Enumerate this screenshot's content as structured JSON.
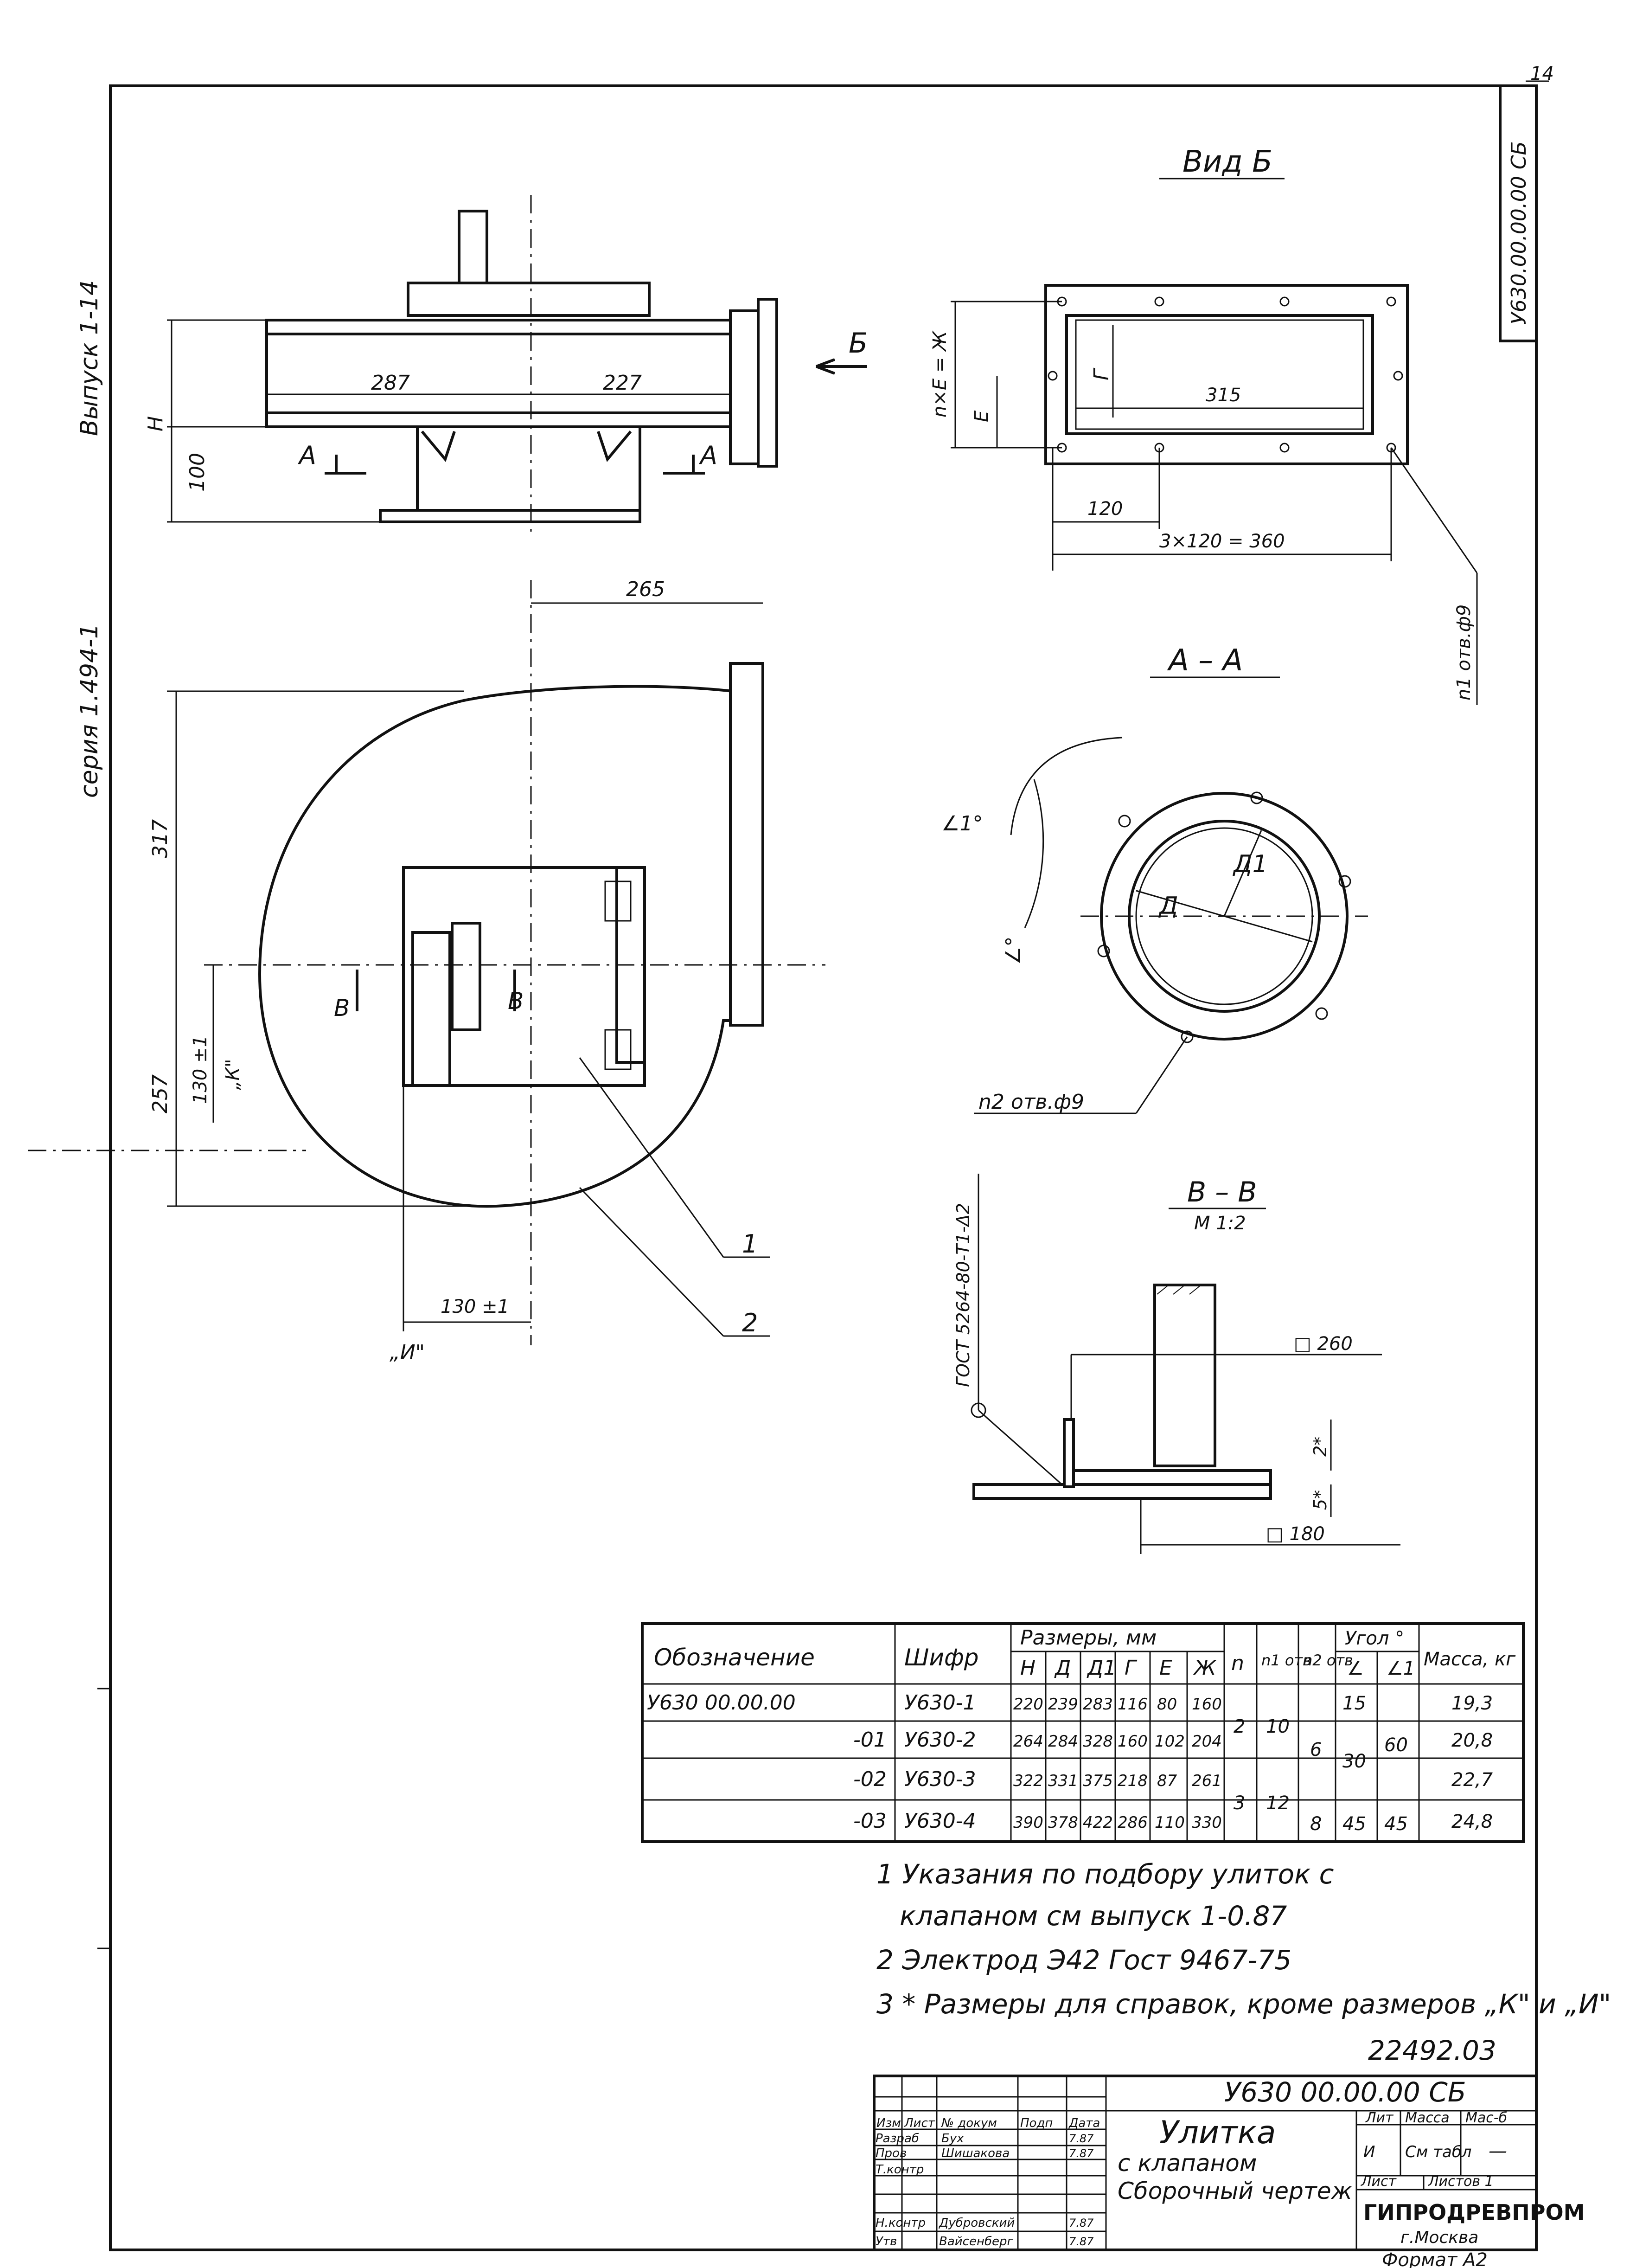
{
  "frame": {
    "page_number": "14",
    "stamp_code": "У630.00.00.00 СБ",
    "series": "серия 1.494-1",
    "issue": "Выпуск 1-14"
  },
  "views": {
    "view_b_title": "Вид Б",
    "section_aa_title": "А – А",
    "section_bb_title": "В – В",
    "section_bb_scale": "М 1:2",
    "arrow_b": "Б",
    "cut_a": "А",
    "cut_b": "В"
  },
  "dims": {
    "d287": "287",
    "d227": "227",
    "dH": "Н",
    "d100": "100",
    "d265": "265",
    "d317": "317",
    "d257": "257",
    "d130a": "130 ±1",
    "dK": "„К\"",
    "d130b": "130 ±1",
    "dI": "„И\"",
    "dnE": "n×Е = Ж",
    "dE": "Е",
    "dG": "Г",
    "d315": "315",
    "d120": "120",
    "d360": "3×120 = 360",
    "holes1": "n1 отв.ф9",
    "alpha1": "∠1°",
    "alpha": "∠°",
    "dD": "Д",
    "dD1": "Д1",
    "holes2": "n2 отв.ф9",
    "gost_weld": "ГОСТ 5264-80-Т1-Δ2",
    "d260": "□ 260",
    "d180": "□ 180",
    "d2": "2*",
    "d5": "5*",
    "pos1": "1",
    "pos2": "2"
  },
  "table": {
    "header": {
      "designation": "Обозначение",
      "code": "Шифр",
      "sizes": "Размеры, мм",
      "H": "Н",
      "D": "Д",
      "D1": "Д1",
      "G": "Г",
      "E": "Е",
      "ZH": "Ж",
      "n": "n",
      "n1": "n1 отв",
      "n2": "n2 отв",
      "angle": "Угол °",
      "a": "∠",
      "a1": "∠1",
      "mass": "Масса, кг"
    },
    "rows": [
      {
        "designation": "У630 00.00.00",
        "code": "У630-1",
        "H": "220",
        "D": "239",
        "D1": "283",
        "G": "116",
        "E": "80",
        "ZH": "160",
        "mass": "19,3"
      },
      {
        "designation": "-01",
        "code": "У630-2",
        "H": "264",
        "D": "284",
        "D1": "328",
        "G": "160",
        "E": "102",
        "ZH": "204",
        "mass": "20,8"
      },
      {
        "designation": "-02",
        "code": "У630-3",
        "H": "322",
        "D": "331",
        "D1": "375",
        "G": "218",
        "E": "87",
        "ZH": "261",
        "mass": "22,7"
      },
      {
        "designation": "-03",
        "code": "У630-4",
        "H": "390",
        "D": "378",
        "D1": "422",
        "G": "286",
        "E": "110",
        "ZH": "330",
        "mass": "24,8"
      }
    ],
    "merged": {
      "n_a": "2",
      "n_b": "3",
      "n1_a": "10",
      "n1_b": "12",
      "n2_a": "6",
      "n2_b": "8",
      "a_1": "15",
      "a_2": "30",
      "a_3": "45",
      "a1_a": "60",
      "a1_b": "45"
    }
  },
  "notes": [
    "1 Указания по подбору улиток с",
    "клапаном см выпуск 1-0.87",
    "2 Электрод Э42 Гост 9467-75",
    "3 * Размеры для справок, кроме размеров „К\" и „И\""
  ],
  "doc_number": "22492.03",
  "title_block": {
    "code": "У630 00.00.00 СБ",
    "name1": "Улитка",
    "name2": "с клапаном",
    "name3": "Сборочный чертеж",
    "lit": "Лит",
    "mass": "Масса",
    "scale": "Мас-б",
    "lit_val": "И",
    "mass_val": "См табл",
    "scale_val": "—",
    "sheet": "Лист",
    "sheets": "Листов 1",
    "org": "ГИПРОДРЕВПРОМ",
    "city": "г.Москва",
    "roles": [
      "Изм",
      "Лист",
      "№ докум",
      "Подп",
      "Дата"
    ],
    "people": [
      {
        "role": "Разраб",
        "name": "Бух",
        "date": "7.87"
      },
      {
        "role": "Пров",
        "name": "Шишакова",
        "date": "7.87"
      },
      {
        "role": "Т.контр",
        "name": "",
        "date": ""
      },
      {
        "role": "Н.контр",
        "name": "Дубровский",
        "date": "7.87"
      },
      {
        "role": "Утв",
        "name": "Вайсенберг",
        "date": "7.87"
      }
    ]
  },
  "format": "Формат А2"
}
